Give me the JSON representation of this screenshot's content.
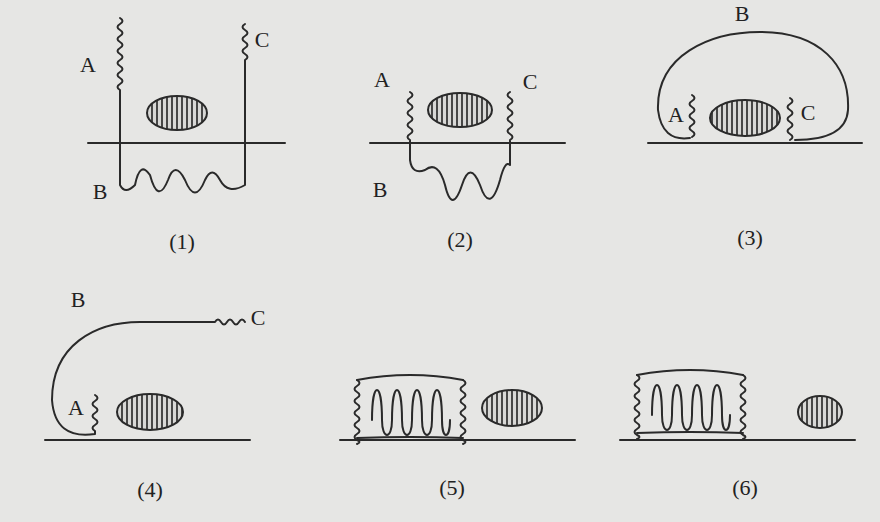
{
  "diagram": {
    "labels": [
      "A",
      "C",
      "B",
      "(1)",
      "A",
      "C",
      "B",
      "(2)",
      "B",
      "A",
      "C",
      "(3)",
      "B",
      "C",
      "A",
      "(4)",
      "(5)",
      "(6)"
    ]
  }
}
